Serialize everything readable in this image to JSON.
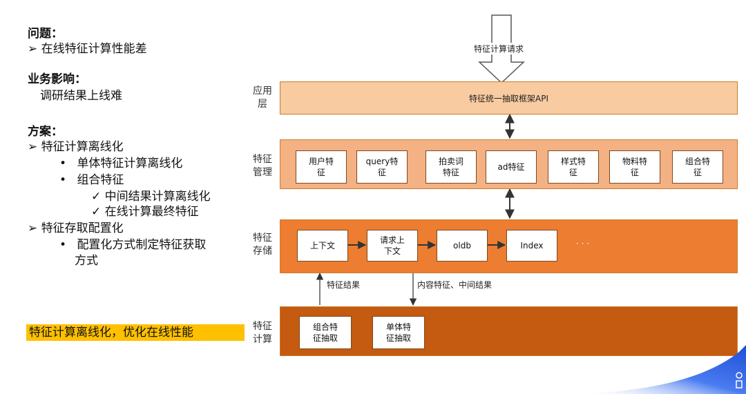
{
  "left": {
    "problem_title": "问题：",
    "problem_item": "在线特征计算性能差",
    "impact_title": "业务影响：",
    "impact_item": "调研结果上线难",
    "plan_title": "方案：",
    "plan_1": "特征计算离线化",
    "plan_1_a": "单体特征计算离线化",
    "plan_1_b": "组合特征",
    "plan_1_b_1": "中间结果计算离线化",
    "plan_1_b_2": "在线计算最终特征",
    "plan_2": "特征存取配置化",
    "plan_2_a_line1": "配置化方式制定特征获取",
    "plan_2_a_line2": "方式",
    "highlight": "特征计算离线化，优化在线性能",
    "bullet_arrow": "➢",
    "bullet_dot": "•",
    "bullet_check": "✓"
  },
  "diagram": {
    "request_label": "特征计算请求",
    "layers": {
      "app": {
        "label1": "应用",
        "label2": "层",
        "api": "特征统一抽取框架API"
      },
      "mgmt": {
        "label1": "特征",
        "label2": "管理",
        "items": [
          [
            "用户特",
            "征"
          ],
          [
            "query特",
            "征"
          ],
          [
            "拍卖词",
            "特征"
          ],
          [
            "ad特征",
            ""
          ],
          [
            "样式特",
            "征"
          ],
          [
            "物料特",
            "征"
          ],
          [
            "组合特",
            "征"
          ]
        ]
      },
      "storage": {
        "label1": "特征",
        "label2": "存储",
        "items": [
          [
            "上下文",
            ""
          ],
          [
            "请求上",
            "下文"
          ],
          [
            "oldb",
            ""
          ],
          [
            "Index",
            ""
          ]
        ],
        "more": "· · ·"
      },
      "compute": {
        "label1": "特征",
        "label2": "计算",
        "items": [
          [
            "组合特",
            "征抽取"
          ],
          [
            "单体特",
            "征抽取"
          ]
        ]
      }
    },
    "result_label": "特征结果",
    "content_label": "内容特征、中间结果"
  },
  "colors": {
    "app_fill": "#f8cba0",
    "mgmt_fill": "#f4b183",
    "storage_fill": "#ed7d31",
    "compute_fill": "#c55a11",
    "highlight": "#ffc000"
  }
}
